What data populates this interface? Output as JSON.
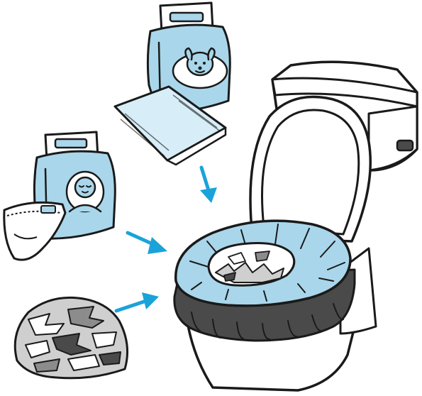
{
  "palette": {
    "outline": "#1a1a1a",
    "light_blue": "#a9d6ea",
    "pale_blue": "#d7eef8",
    "arrow_blue": "#1aa3d9",
    "dark_gray": "#4a4a4a",
    "mid_gray": "#8c8c8c",
    "light_gray": "#cfcfcf",
    "white": "#ffffff"
  },
  "items": [
    {
      "id": "pet-sheet-pack",
      "icon": "puppy-icon"
    },
    {
      "id": "pet-pad-sheet",
      "icon": "absorbent-sheet-icon"
    },
    {
      "id": "diaper-pack",
      "icon": "baby-face-icon"
    },
    {
      "id": "diaper",
      "icon": "diaper-icon"
    },
    {
      "id": "shredded-paper-pile",
      "icon": "shredded-paper-icon"
    },
    {
      "id": "toilet",
      "icon": "toilet-icon"
    }
  ],
  "arrows": [
    {
      "id": "arrow-from-pet-sheet",
      "direction": "down"
    },
    {
      "id": "arrow-from-diaper",
      "direction": "down-right"
    },
    {
      "id": "arrow-from-paper",
      "direction": "right"
    }
  ]
}
